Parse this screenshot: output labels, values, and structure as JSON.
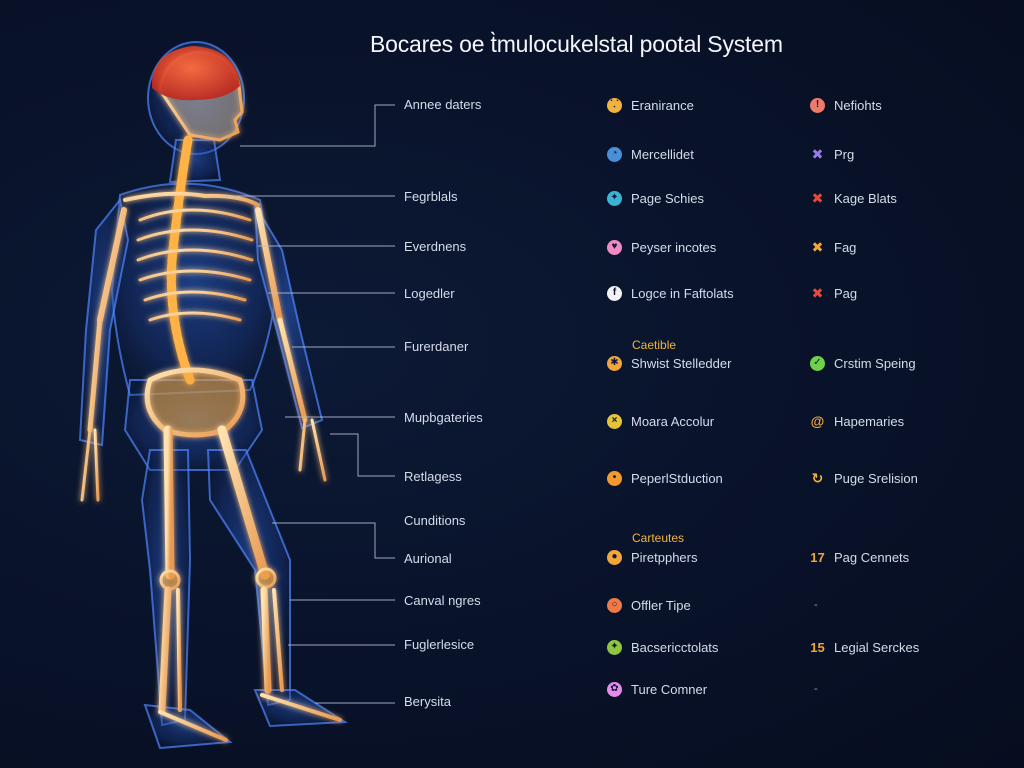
{
  "title": "Bocares oe t̀mulocukelstal pootal System",
  "callouts": [
    {
      "label": "Annee daters"
    },
    {
      "label": "Fegrblals"
    },
    {
      "label": "Everdnens"
    },
    {
      "label": "Logedler"
    },
    {
      "label": "Furerdaner"
    },
    {
      "label": "Mupbgateries"
    },
    {
      "label": "Retlagess"
    },
    {
      "label": "Cunditions"
    },
    {
      "label": "Aurional"
    },
    {
      "label": "Canval ngres"
    },
    {
      "label": "Fuglerlesice"
    },
    {
      "label": "Berysita"
    }
  ],
  "legend": {
    "col1": [
      {
        "label": "Eranirance",
        "icon": "joint-icon",
        "glyph": "⸪",
        "color": "#f2b33d"
      },
      {
        "label": "Mercellidet",
        "icon": "globe-icon",
        "glyph": "◔",
        "color": "#4a8fd8"
      },
      {
        "label": "Page Schies",
        "icon": "gear-icon",
        "glyph": "✦",
        "color": "#3ab4d4"
      },
      {
        "label": "Peyser incotes",
        "icon": "heart-icon",
        "glyph": "♥",
        "color": "#f08ac0"
      },
      {
        "label": "Logce in Faftolats",
        "icon": "info-icon",
        "glyph": "f",
        "color": "#f3f3f3"
      },
      {
        "label": "Shwist Stelledder",
        "icon": "star-icon",
        "glyph": "✱",
        "color": "#f2a63a"
      },
      {
        "label": "Moara Accolur",
        "icon": "cross-icon",
        "glyph": "×",
        "color": "#e6c43a"
      },
      {
        "label": "PeperlStduction",
        "icon": "dot-icon",
        "glyph": "•",
        "color": "#f29a2e"
      },
      {
        "label": "Piretpphers",
        "icon": "bulb-icon",
        "glyph": "●",
        "color": "#f2a63a"
      },
      {
        "label": "Offler Tipe",
        "icon": "ring-icon",
        "glyph": "○",
        "color": "#f07a45"
      },
      {
        "label": "Bacsericctolats",
        "icon": "cluster-icon",
        "glyph": "✦",
        "color": "#8dc63f"
      },
      {
        "label": "Ture Comner",
        "icon": "flower-icon",
        "glyph": "✿",
        "color": "#e88ae8"
      }
    ],
    "col2": [
      {
        "label": "Nefiohts",
        "icon": "alert-icon",
        "glyph": "!",
        "color": "#f07a6a"
      },
      {
        "label": "Prg",
        "icon": "bone-icon",
        "glyph": "✖",
        "color": "#9a7ae8",
        "style": "glyph"
      },
      {
        "label": "Kage Blats",
        "icon": "x-icon",
        "glyph": "✖",
        "color": "#e84a3a",
        "style": "glyph"
      },
      {
        "label": "Fag",
        "icon": "pin-icon",
        "glyph": "✖",
        "color": "#f2a63a",
        "style": "glyph"
      },
      {
        "label": "Pag",
        "icon": "x-mark-icon",
        "glyph": "✖",
        "color": "#e84a3a",
        "style": "glyph"
      },
      {
        "label": "Crstim Speing",
        "icon": "check-icon",
        "glyph": "✓",
        "color": "#6fd04a"
      },
      {
        "label": "Hapemaries",
        "icon": "spiral-icon",
        "glyph": "@",
        "color": "#f2a63a",
        "style": "glyph"
      },
      {
        "label": "Puge Srelision",
        "icon": "refresh-icon",
        "glyph": "↻",
        "color": "#f2b33d",
        "style": "glyph"
      },
      {
        "label": "Pag Cennets",
        "icon": "number-17",
        "glyph": "17",
        "color": "#f2a63a",
        "style": "num"
      },
      {
        "label": "",
        "icon": "dash",
        "glyph": "-",
        "color": "#9aa6bd",
        "style": "dash"
      },
      {
        "label": "Legial Serckes",
        "icon": "number-15",
        "glyph": "15",
        "color": "#f2a63a",
        "style": "num"
      },
      {
        "label": "",
        "icon": "dash",
        "glyph": "-",
        "color": "#9aa6bd",
        "style": "dash"
      }
    ],
    "section1": "Caetible",
    "section2": "Carteutes"
  },
  "colors": {
    "background": "#09132b",
    "body_glow": "#2a6cff",
    "bone": "#f2c183",
    "spine": "#ffb347",
    "brain": "#e8402a",
    "leader_line": "#b8c2d6"
  }
}
